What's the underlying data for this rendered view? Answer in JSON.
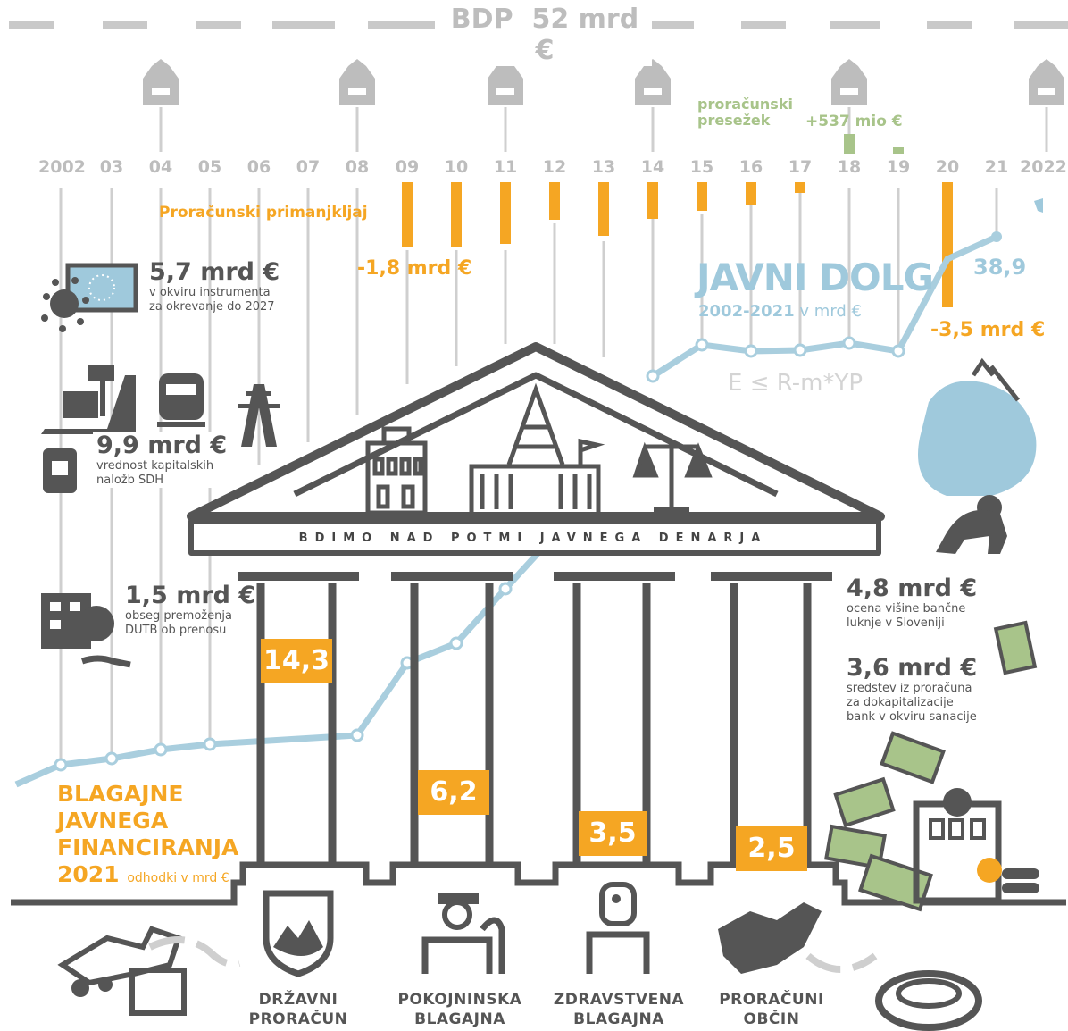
{
  "gdp": {
    "label": "BDP",
    "value": "52 mrd €"
  },
  "years": [
    "2002",
    "03",
    "04",
    "05",
    "06",
    "07",
    "08",
    "09",
    "10",
    "11",
    "12",
    "13",
    "14",
    "15",
    "16",
    "17",
    "18",
    "19",
    "20",
    "21",
    "2022"
  ],
  "deficit": {
    "label": "Proračunski primanjkljaj",
    "value_2009": "-1,8 mrd €",
    "value_2020": "-3,5 mrd €"
  },
  "surplus": {
    "label_line1": "proračunski",
    "label_line2": "presežek",
    "value": "+537 mio €"
  },
  "debt": {
    "title": "JAVNI DOLG",
    "subtitle_years": "2002-2021",
    "subtitle_unit": "v mrd €",
    "end_value": "38,9",
    "formula": "E ≤ R-m*YP"
  },
  "facts": [
    {
      "value": "5,7 mrd €",
      "line1": "v okviru instrumenta",
      "line2": "za okrevanje do 2027",
      "line3": ""
    },
    {
      "value": "9,9 mrd €",
      "line1": "vrednost kapitalskih",
      "line2": "naložb SDH",
      "line3": ""
    },
    {
      "value": "1,5 mrd €",
      "line1": "obseg premoženja",
      "line2": "DUTB ob prenosu",
      "line3": ""
    },
    {
      "value": "4,8 mrd €",
      "line1": "ocena višine bančne",
      "line2": "luknje v Sloveniji",
      "line3": ""
    },
    {
      "value": "3,6 mrd €",
      "line1": "sredstev iz proračuna",
      "line2": "za dokapitalizacije",
      "line3": "bank v okviru sanacije"
    }
  ],
  "temple": {
    "frieze": "BDIMO NAD POTMI JAVNEGA DENARJA"
  },
  "funds": {
    "title_line1": "BLAGAJNE",
    "title_line2": "JAVNEGA",
    "title_line3": "FINANCIRANJA",
    "year": "2021",
    "unit": "odhodki v mrd €",
    "items": [
      {
        "value": "14,3",
        "name_line1": "DRŽAVNI",
        "name_line2": "PRORAČUN"
      },
      {
        "value": "6,2",
        "name_line1": "POKOJNINSKA",
        "name_line2": "BLAGAJNA"
      },
      {
        "value": "3,5",
        "name_line1": "ZDRAVSTVENA",
        "name_line2": "BLAGAJNA"
      },
      {
        "value": "2,5",
        "name_line1": "PRORAČUNI",
        "name_line2": "OBČIN"
      }
    ]
  },
  "icons": [
    "ballot-box-icon",
    "eu-flag-icon",
    "virus-icon",
    "oil-pump-icon",
    "train-icon",
    "power-pylon-icon",
    "safe-icon",
    "bank-building-icon",
    "hand-money-icon",
    "coat-of-arms-icon",
    "pensioner-icon",
    "doctor-icon",
    "slovenia-map-icon",
    "money-bag-icon",
    "money-bills-icon",
    "piggy-bank-icon",
    "arena-icon"
  ],
  "colors": {
    "orange": "#f5a623",
    "light_blue": "#9fc9dc",
    "gray": "#555555",
    "light_gray": "#bdbdbd",
    "green": "#a8c48a"
  }
}
